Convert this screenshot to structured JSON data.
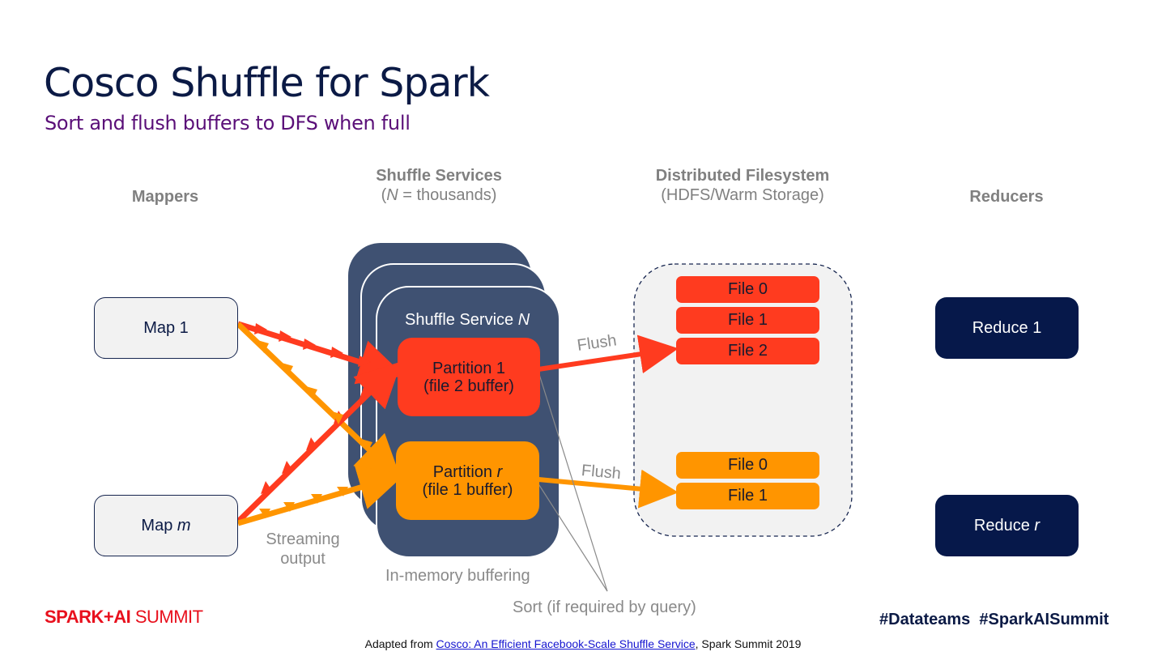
{
  "slide": {
    "title": "Cosco Shuffle for Spark",
    "subtitle": "Sort and flush buffers to DFS when full"
  },
  "columns": {
    "mappers": {
      "title": "Mappers"
    },
    "shuffle_services": {
      "title": "Shuffle Services",
      "note_var": "N",
      "note_rest": " = thousands)",
      "note_open": "("
    },
    "dfs": {
      "title": "Distributed Filesystem",
      "note": "(HDFS/Warm Storage)"
    },
    "reducers": {
      "title": "Reducers"
    }
  },
  "mappers": [
    {
      "label": "Map ",
      "var": "1",
      "var_italic": false
    },
    {
      "label": "Map ",
      "var": "m",
      "var_italic": true
    }
  ],
  "shuffle_service": {
    "label": "Shuffle Service ",
    "var": "N",
    "partitions": [
      {
        "line1_prefix": "Partition ",
        "line1_var": "1",
        "var_italic": false,
        "line2": "(file 2 buffer)",
        "color": "#ff3b1f"
      },
      {
        "line1_prefix": "Partition ",
        "line1_var": "r",
        "var_italic": true,
        "line2": "(file 1 buffer)",
        "color": "#ff9500"
      }
    ]
  },
  "dfs_files": {
    "red_group": [
      "File 0",
      "File 1",
      "File 2"
    ],
    "orange_group": [
      "File 0",
      "File 1"
    ],
    "red_color": "#ff3b1f",
    "orange_color": "#ff9500"
  },
  "reducers": [
    {
      "label": "Reduce ",
      "var": "1",
      "var_italic": false
    },
    {
      "label": "Reduce ",
      "var": "r",
      "var_italic": true
    }
  ],
  "annotations": {
    "flush_top": "Flush",
    "flush_bottom": "Flush",
    "streaming_line1": "Streaming",
    "streaming_line2": "output",
    "in_memory": "In-memory buffering",
    "sort": "Sort (if required by query)"
  },
  "branding": {
    "logo_bold": "SPARK+AI",
    "logo_light": " SUMMIT",
    "hashtags": "#Datateams  #SparkAISummit"
  },
  "footer": {
    "prefix": "Adapted from ",
    "link_text": "Cosco: An Efficient Facebook-Scale Shuffle Service",
    "suffix": ", Spark Summit 2019"
  },
  "colors": {
    "navy": "#0b1a45",
    "service_bg": "#3f5172",
    "red_stream": "#ff3b1f",
    "orange_stream": "#ff9500",
    "dfs_bg": "#f2f2f2"
  }
}
